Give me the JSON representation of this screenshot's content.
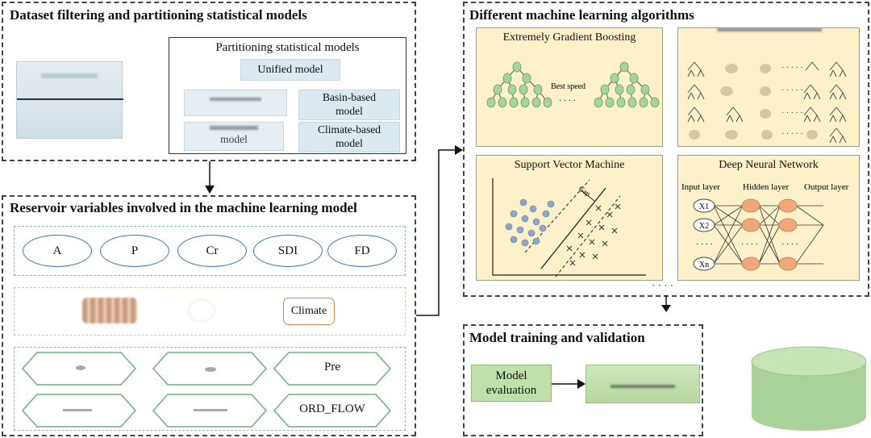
{
  "panel_dataset": {
    "title": "Dataset filtering and partitioning statistical models",
    "models_title": "Partitioning statistical models",
    "unified_model": "Unified model",
    "basin_model": "Basin-based model",
    "climate_model": "Climate-based model",
    "blurred_label": "model"
  },
  "panel_variables": {
    "title": "Reservoir variables involved in the machine learning model",
    "row1": [
      "A",
      "P",
      "Cr",
      "SDI",
      "FD"
    ],
    "climate_label": "Climate",
    "row3_right": [
      "Pre",
      "ORD_FLOW"
    ]
  },
  "panel_algorithms": {
    "title": "Different machine learning algorithms",
    "xgb_title": "Extremely Gradient Boosting",
    "xgb_best_speed": "Best speed",
    "svm_title": "Support Vector Machine",
    "svm_gap": "Gap",
    "dnn_title": "Deep Neural Network",
    "dnn_input": "Input layer",
    "dnn_hidden": "Hidden layer",
    "dnn_output": "Output layer",
    "dnn_nodes": [
      "X1",
      "X2",
      "Xn"
    ],
    "ellipsis": "· · · ·"
  },
  "panel_training": {
    "title": "Model training and validation",
    "model_evaluation": "Model evaluation"
  }
}
